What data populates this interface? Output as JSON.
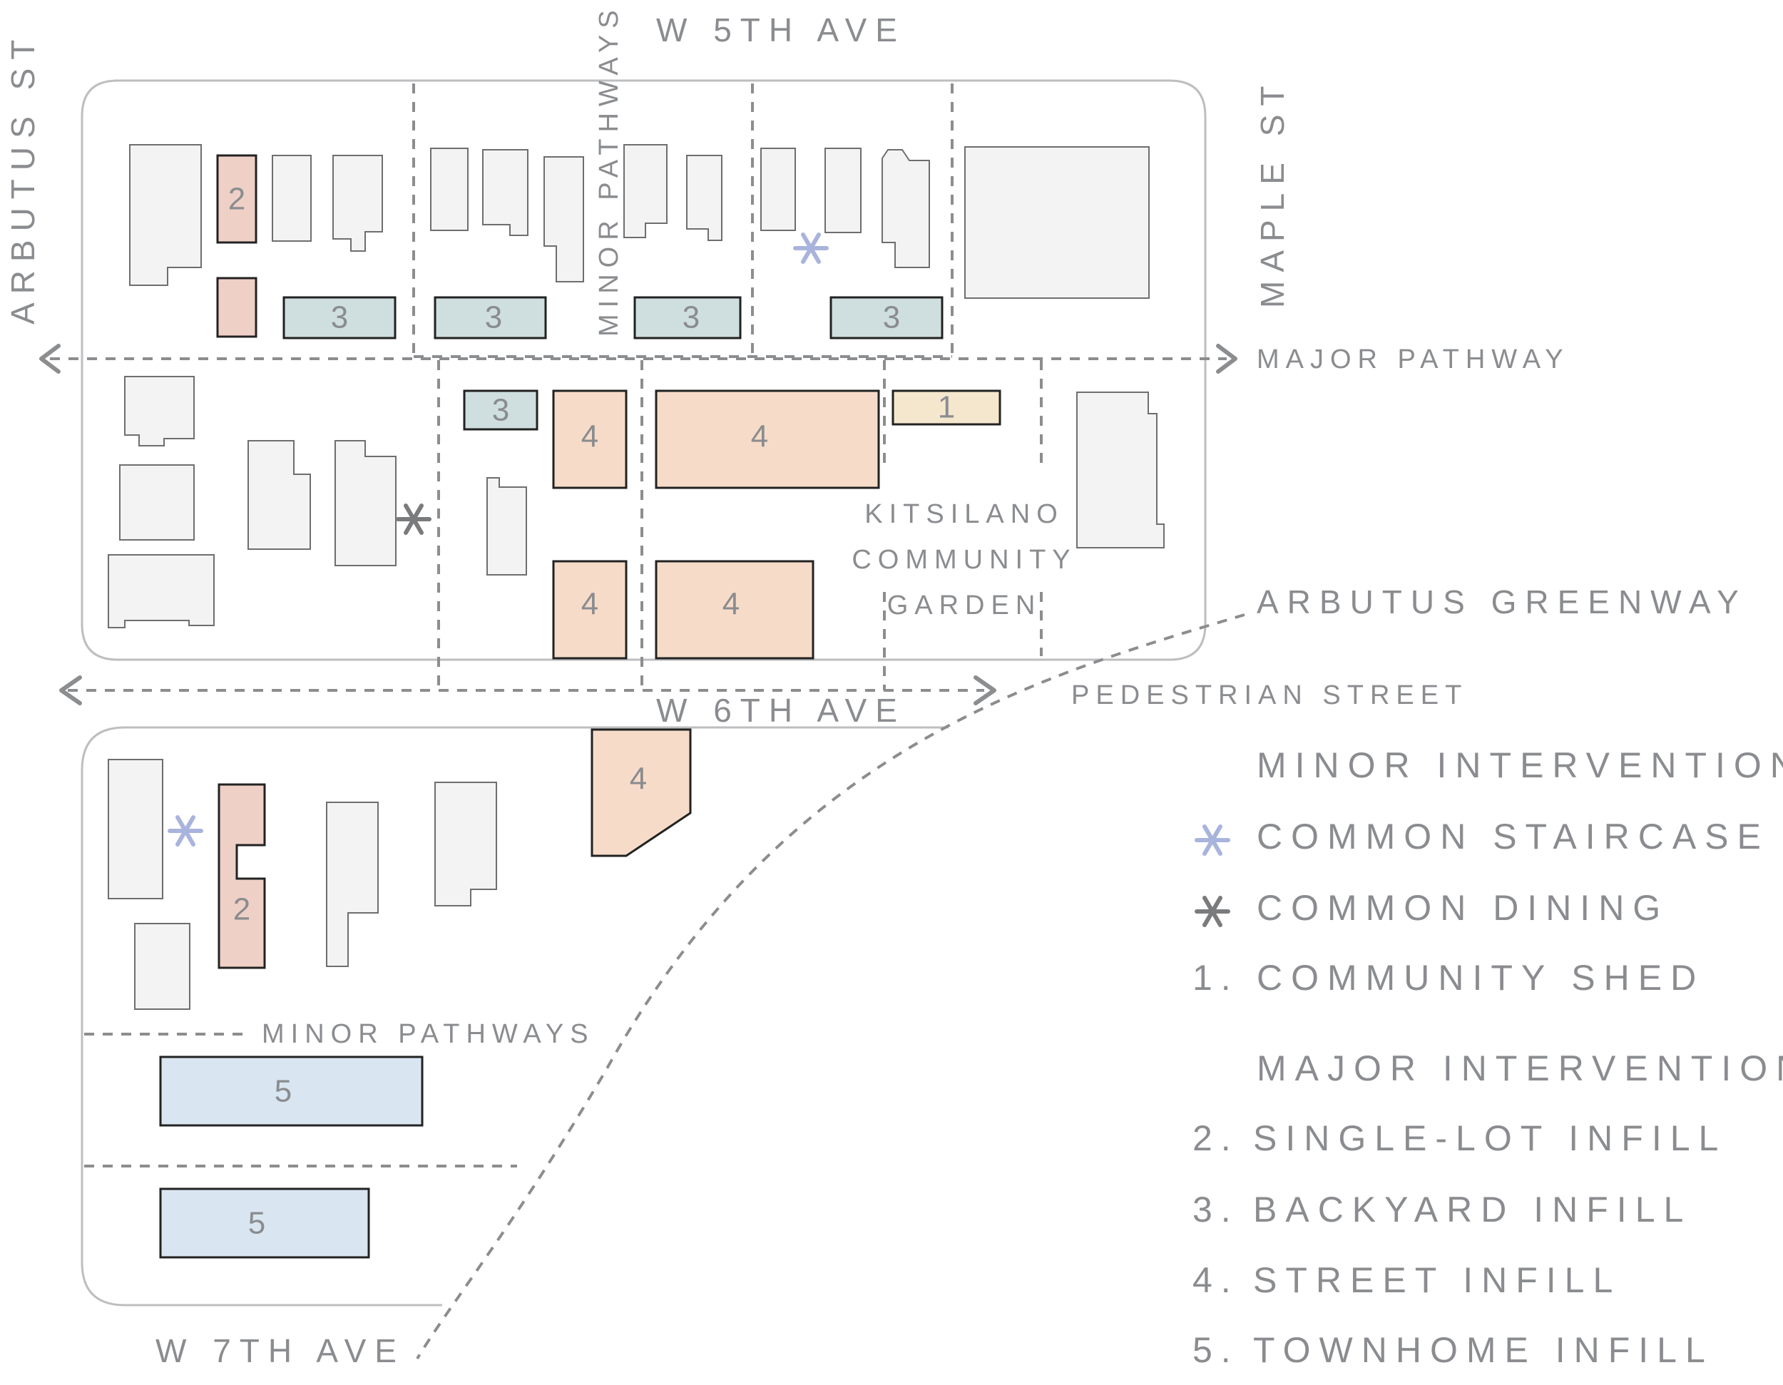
{
  "streets": {
    "w5th": "W 5TH AVE",
    "w6th": "W 6TH AVE",
    "w7th": "W 7TH AVE",
    "arbutus_st": "ARBUTUS ST",
    "maple_st": "MAPLE ST"
  },
  "labels": {
    "minor_pathways_vertical": "MINOR PATHWAYS",
    "minor_pathways_horizontal": "MINOR PATHWAYS",
    "major_pathway": "MAJOR PATHWAY",
    "garden_line1": "KITSILANO",
    "garden_line2": "COMMUNITY",
    "garden_line3": "GARDEN",
    "greenway": "ARBUTUS GREENWAY",
    "pedestrian_street": "PEDESTRIAN STREET"
  },
  "legend": {
    "minor_heading": "MINOR INTERVENTIONS:",
    "staircase": "COMMON STAIRCASE",
    "dining": "COMMON DINING",
    "shed_num": "1.",
    "shed": "COMMUNITY SHED",
    "major_heading": "MAJOR INTERVENTIONS:",
    "single_num": "2.",
    "single": "SINGLE-LOT INFILL",
    "backyard_num": "3.",
    "backyard": "BACKYARD INFILL",
    "street_num": "4.",
    "street": "STREET INFILL",
    "townhome_num": "5.",
    "townhome": "TOWNHOME INFILL"
  },
  "interventions": {
    "shed": "1",
    "single_lot": "2",
    "backyard": "3",
    "street": "4",
    "townhome": "5"
  },
  "colors": {
    "single_lot_infill": "#efd0c6",
    "backyard_infill": "#cfdfdf",
    "street_infill": "#f6dcc8",
    "community_shed": "#f5e7cd",
    "townhome_infill": "#d9e6f1",
    "common_staircase": "#a9b4dd",
    "common_dining": "#7a7b7d"
  },
  "icons": {
    "staircase": "asterisk-icon",
    "dining": "asterisk-icon"
  }
}
